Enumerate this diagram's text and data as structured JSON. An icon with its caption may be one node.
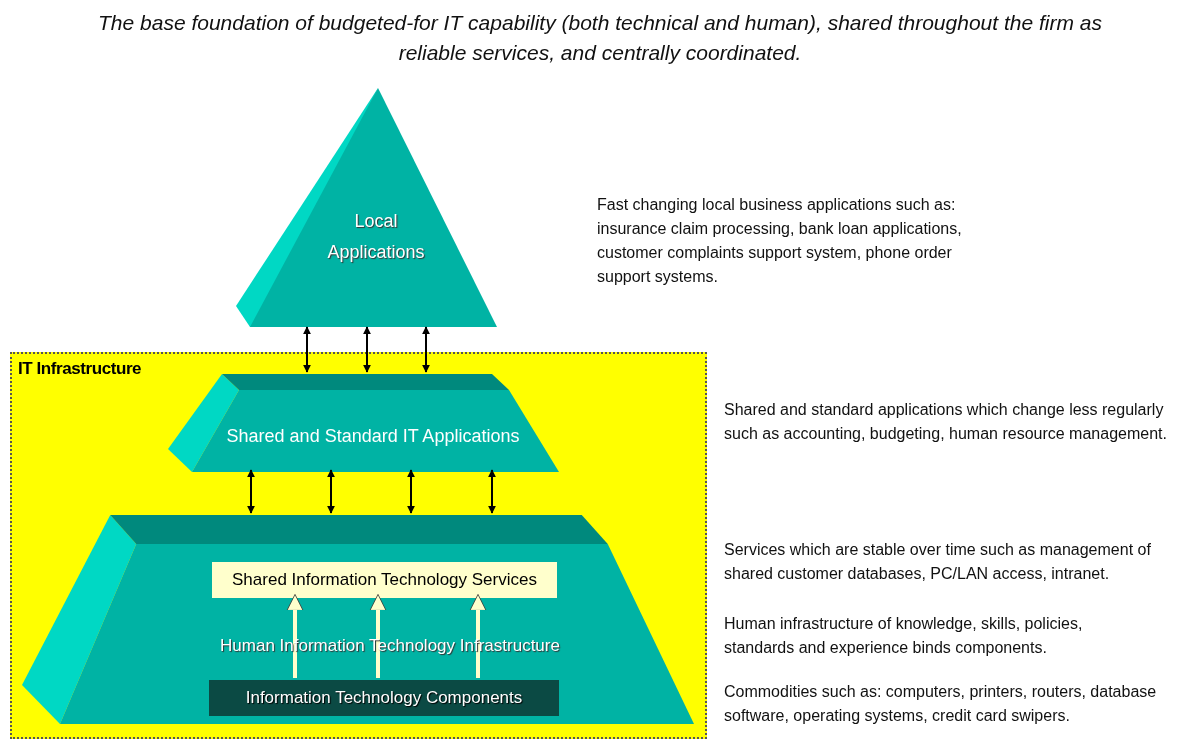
{
  "diagram": {
    "title": "The base foundation of budgeted-for IT capability (both technical and human), shared throughout the firm as reliable services, and centrally coordinated.",
    "nodes": [
      {
        "text": [
          "IT Infrastructure"
        ]
      },
      {
        "text": [
          "Local Applications"
        ]
      },
      {
        "text": [
          "Shared and Standard IT Applications"
        ],
        "in": 0
      },
      {
        "text": [],
        "shape": "trapezoid",
        "in": 0
      },
      {
        "text": [
          "Shared Information Technology Services"
        ],
        "in": 3
      },
      {
        "text": [
          "Information Technology Components"
        ],
        "in": 3
      }
    ],
    "edges": [
      {
        "from": 1,
        "to": 2,
        "arrow": "both"
      },
      {
        "from": 1,
        "to": 2,
        "arrow": "both"
      },
      {
        "from": 1,
        "to": 2,
        "arrow": "both"
      },
      {
        "from": 2,
        "to": 3,
        "arrow": "both"
      },
      {
        "from": 2,
        "to": 3,
        "arrow": "both"
      },
      {
        "from": 2,
        "to": 3,
        "arrow": "both"
      },
      {
        "from": 2,
        "to": 3,
        "arrow": "both"
      },
      {
        "from": 5,
        "to": 4,
        "arrow": "to",
        "style": "thick",
        "color": "#ffffcc"
      },
      {
        "from": 5,
        "to": 4,
        "arrow": "to",
        "style": "thick",
        "color": "#ffffcc"
      },
      {
        "from": 5,
        "to": 4,
        "arrow": "to",
        "style": "thick",
        "color": "#ffffcc"
      }
    ],
    "labels": [
      "Human Information Technology Infrastructure",
      "Fast changing local business applications such as: insurance claim processing, bank loan applications, customer complaints support system, phone order support systems.",
      "Shared and standard applications which change less regularly such as accounting, budgeting, human resource management.",
      "Services which are stable over time such as management of shared customer databases, PC/LAN access, intranet.",
      "Human infrastructure of knowledge, skills, policies, standards and experience binds components.",
      "Commodities such as: computers, printers, routers, database software, operating systems, credit card swipers."
    ]
  }
}
